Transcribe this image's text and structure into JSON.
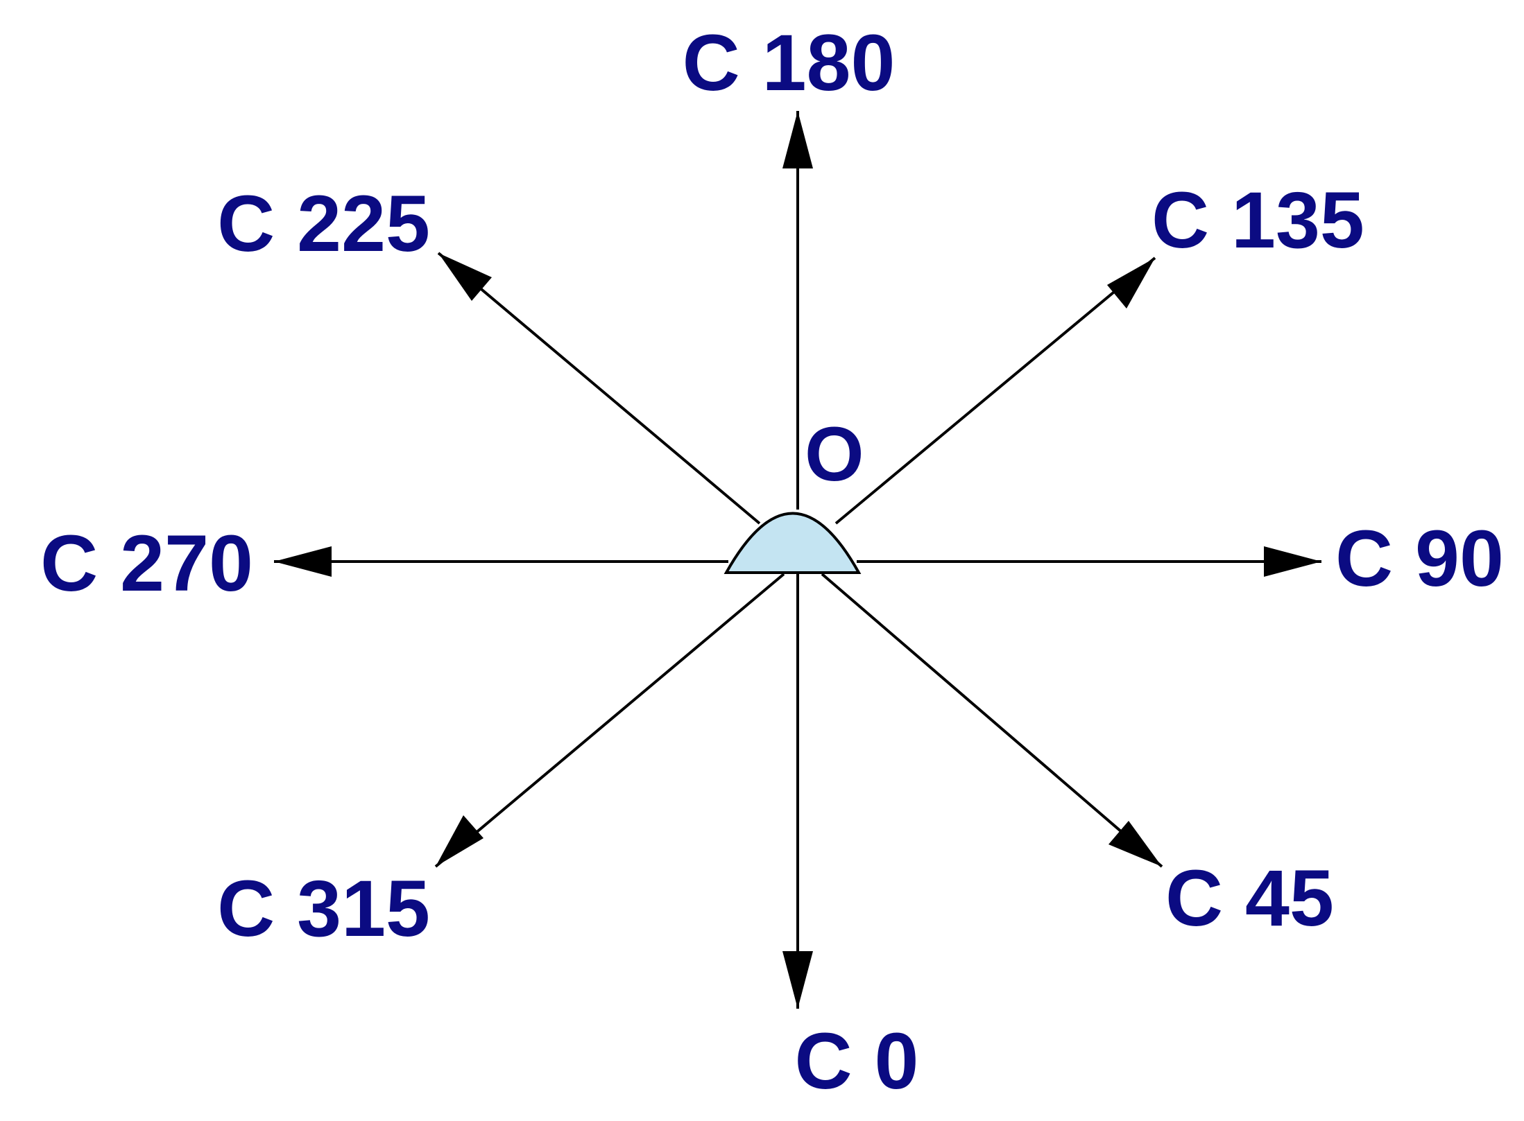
{
  "diagram": {
    "origin_label": "O",
    "colors": {
      "label": "#0b0b82",
      "line": "#000000",
      "source_fill": "#c4e4f2",
      "source_stroke": "#000000"
    },
    "directions": [
      {
        "label": "C 0"
      },
      {
        "label": "C 45"
      },
      {
        "label": "C 90"
      },
      {
        "label": "C 135"
      },
      {
        "label": "C 180"
      },
      {
        "label": "C 225"
      },
      {
        "label": "C 270"
      },
      {
        "label": "C 315"
      }
    ]
  }
}
